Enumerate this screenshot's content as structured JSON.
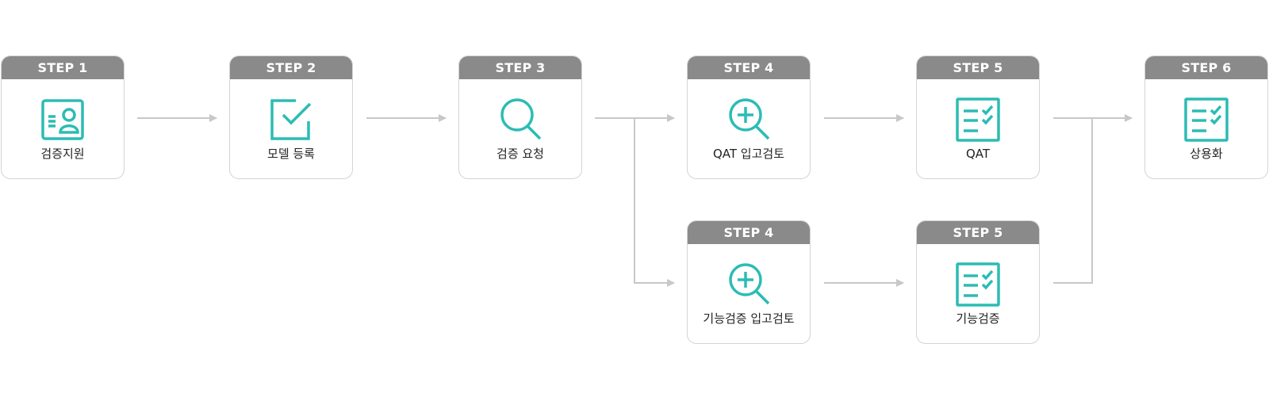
{
  "colors": {
    "accent": "#2bbcb4",
    "header": "#8a8a8a",
    "connector": "#c8c8c8"
  },
  "steps": [
    {
      "step": "STEP 1",
      "label": "검증지원",
      "icon": "id-card-icon"
    },
    {
      "step": "STEP 2",
      "label": "모델 등록",
      "icon": "checkbox-icon"
    },
    {
      "step": "STEP 3",
      "label": "검증 요청",
      "icon": "search-icon"
    },
    {
      "step": "STEP 4",
      "label": "QAT 입고검토",
      "icon": "zoom-in-icon"
    },
    {
      "step": "STEP 5",
      "label": "QAT",
      "icon": "checklist-icon"
    },
    {
      "step": "STEP 6",
      "label": "상용화",
      "icon": "checklist-icon"
    },
    {
      "step": "STEP 4",
      "label": "기능검증 입고검토",
      "icon": "zoom-in-icon"
    },
    {
      "step": "STEP 5",
      "label": "기능검증",
      "icon": "checklist-icon"
    }
  ]
}
